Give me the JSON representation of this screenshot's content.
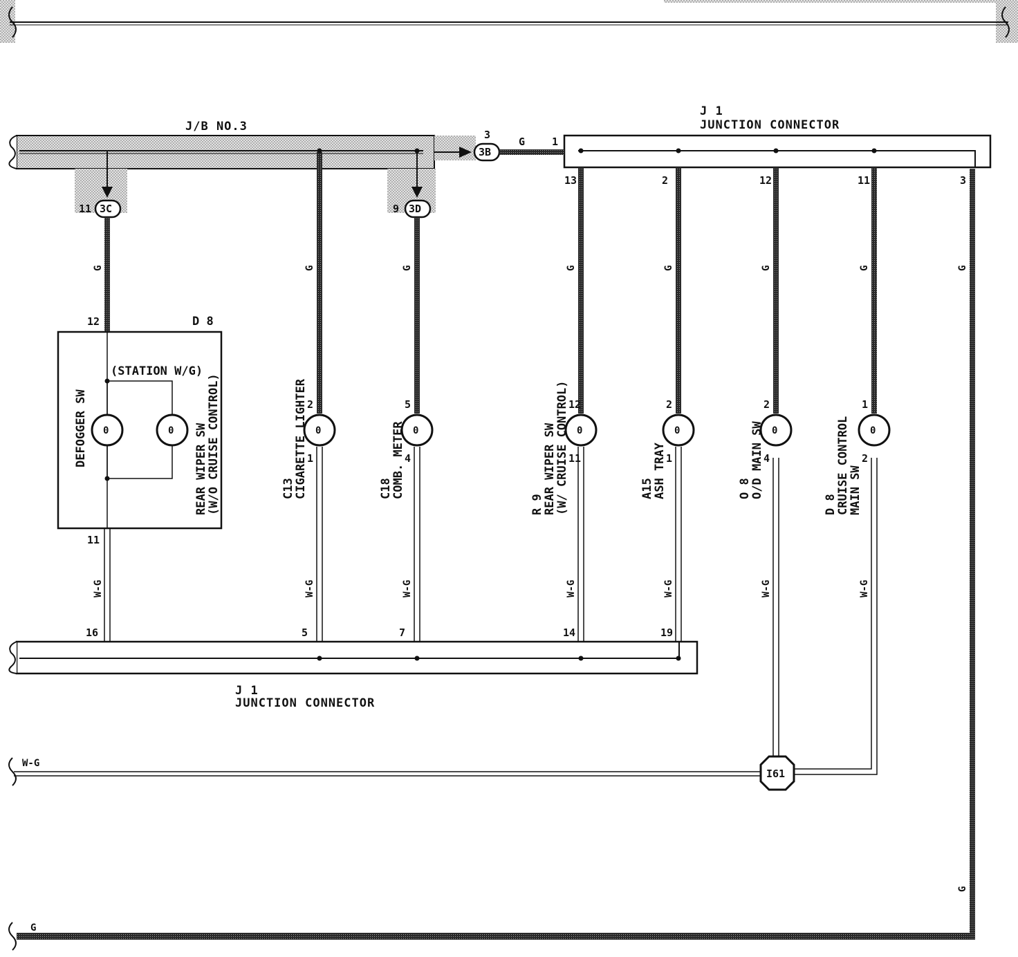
{
  "jb": {
    "title": "J/B NO.3"
  },
  "jb_connectors": [
    {
      "id": "3C",
      "pin": "11"
    },
    {
      "id": "3D",
      "pin": "9"
    },
    {
      "id": "3B",
      "pin": "3"
    }
  ],
  "junction_top": {
    "code": "J 1",
    "name": "JUNCTION CONNECTOR",
    "in_pin": "1",
    "in_wire": "G"
  },
  "junction_bottom": {
    "code": "J 1",
    "name": "JUNCTION CONNECTOR"
  },
  "switch_box": {
    "code": "D 8",
    "top_pin": "12",
    "bottom_pin": "11",
    "variant": "(STATION W/G)",
    "left_label": "DEFOGGER SW",
    "right_label_1": "REAR WIPER SW",
    "right_label_2": "(W/O CRUISE CONTROL)"
  },
  "components": [
    {
      "code": "C13",
      "name_1": "CIGARETTE LIGHTER",
      "name_2": "",
      "pin_top": "2",
      "pin_bottom": "1",
      "j_top_pin": "",
      "j_bottom_pin": "5"
    },
    {
      "code": "C18",
      "name_1": "COMB. METER",
      "name_2": "",
      "pin_top": "5",
      "pin_bottom": "4",
      "j_top_pin": "",
      "j_bottom_pin": "7"
    },
    {
      "code": "R 9",
      "name_1": "REAR WIPER SW",
      "name_2": "(W/ CRUISE CONTROL)",
      "pin_top": "12",
      "pin_bottom": "11",
      "j_top_pin": "13",
      "j_bottom_pin": "14"
    },
    {
      "code": "A15",
      "name_1": "ASH TRAY",
      "name_2": "",
      "pin_top": "2",
      "pin_bottom": "1",
      "j_top_pin": "2",
      "j_bottom_pin": "19"
    },
    {
      "code": "O 8",
      "name_1": "O/D MAIN SW",
      "name_2": "",
      "pin_top": "2",
      "pin_bottom": "4",
      "j_top_pin": "12",
      "j_bottom_pin": ""
    },
    {
      "code": "D 8",
      "name_1": "CRUISE CONTROL",
      "name_2": "MAIN SW",
      "pin_top": "1",
      "pin_bottom": "2",
      "j_top_pin": "11",
      "j_bottom_pin": ""
    }
  ],
  "wires": {
    "green": "G",
    "white_green": "W-G"
  },
  "j_top_right_pin": "3",
  "d8_bottom_jpin": "16",
  "splice": {
    "id": "I61"
  },
  "colors": {
    "ink": "#111111",
    "shade": "#cfcfcf",
    "paper": "#ffffff"
  }
}
